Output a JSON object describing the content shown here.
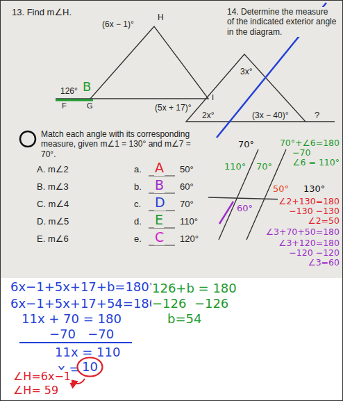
{
  "diagram": {
    "nodes": [
      {
        "text": [
          "10"
        ]
      }
    ],
    "labels": [
      "13. Find m∠H.",
      "(6x − 1)°",
      "H",
      "126°",
      "B",
      "F",
      "G",
      "I",
      "(5x + 17)°",
      "14. Determine the measure of the indicated exterior angle in the diagram.",
      "3x°",
      "2x°",
      "(3x − 40)°",
      "?",
      "Match each angle with its corresponding measure, given m∠1 = 130° and m∠7 = 70°.",
      "A. m∠2",
      "B. m∠3",
      "C. m∠4",
      "D. m∠5",
      "E. m∠6",
      "a.",
      "A",
      "50°",
      "b.",
      "B",
      "60°",
      "c.",
      "D",
      "70°",
      "d.",
      "E",
      "110°",
      "e.",
      "C",
      "120°",
      "70°",
      "70°",
      "110°",
      "60°",
      "50°",
      "130°",
      "70°+∠6=180",
      "−70",
      "∠6 = 110°",
      "∠2+130=180",
      "−130 −130",
      "∠2=50",
      "∠3+70+50=180",
      "∠3+120=180",
      "−120 −120",
      "∠3=60",
      "6x−1+5x+17+b=180°",
      "6x−1+5x+17+54=180°",
      "11x + 70 = 180",
      "−70   −70",
      "11x = 110",
      "x =",
      "∠H=6x−1",
      "∠H= 59",
      "126+b = 180",
      "−126  −126",
      "b=54"
    ]
  }
}
